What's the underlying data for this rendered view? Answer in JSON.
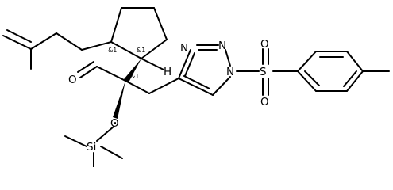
{
  "atom_labels": {
    "N_a": "N",
    "N_b": "N",
    "N_c": "N",
    "S": "S",
    "O_s1": "O",
    "O_s2": "O",
    "O_ald": "O",
    "O_ether": "O",
    "Si": "Si",
    "H": "H"
  },
  "stereo_labels": {
    "c1": "&1",
    "c2": "&1",
    "c3": "&1"
  }
}
